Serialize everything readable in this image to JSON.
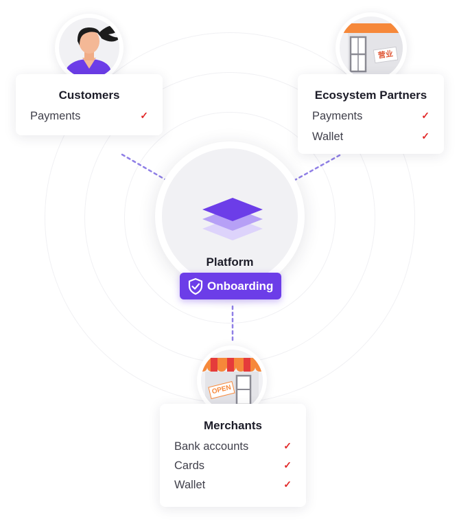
{
  "platform": {
    "label": "Platform"
  },
  "badge": {
    "label": "Onboarding",
    "color": "#6c3de8",
    "icon": "shield-check-icon"
  },
  "customers": {
    "title": "Customers",
    "avatar_icon": "woman-avatar-icon",
    "items": [
      {
        "label": "Payments",
        "checked": true
      }
    ]
  },
  "partners": {
    "title": "Ecosystem Partners",
    "avatar_icon": "storefront-icon",
    "sign": "营业",
    "items": [
      {
        "label": "Payments",
        "checked": true
      },
      {
        "label": "Wallet",
        "checked": true
      }
    ]
  },
  "merchants": {
    "title": "Merchants",
    "avatar_icon": "shop-awning-icon",
    "sign": "OPEN",
    "items": [
      {
        "label": "Bank accounts",
        "checked": true
      },
      {
        "label": "Cards",
        "checked": true
      },
      {
        "label": "Wallet",
        "checked": true
      }
    ]
  },
  "colors": {
    "accent": "#6c3de8",
    "check": "#e12828",
    "connector": "#8f7fe6"
  }
}
